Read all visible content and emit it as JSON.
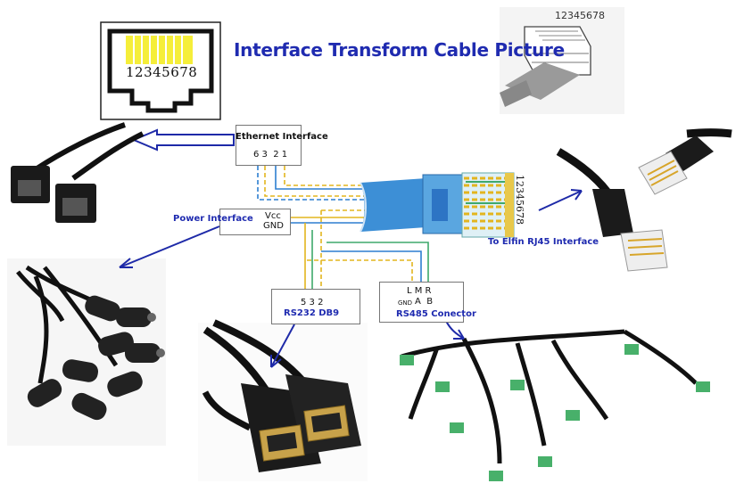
{
  "title": "Interface Transform Cable Picture",
  "jack_pin_numbers": "12345678",
  "plug_pin_numbers": "12345678",
  "rj45_side_pins": "12345678",
  "ethernet": {
    "label": "Ethernet Interface",
    "pins": "6 3  2 1"
  },
  "power": {
    "label": "Power Interface",
    "pin_vcc": "Vcc",
    "pin_gnd": "GND"
  },
  "rs232": {
    "pins": "5 3 2",
    "label": "RS232 DB9"
  },
  "rs485": {
    "pins_top": "L M R",
    "gnd_label": "GND",
    "pins_bottom": "A  B",
    "label": "RS485 Conector"
  },
  "elfin": {
    "label": "To Elfin RJ45 Interface"
  },
  "colors": {
    "label_blue": "#1f2bb0",
    "arrow_blue": "#1e2aa8",
    "cable_blue": "#3d8fd6",
    "wire_yellow": "#e3b51e",
    "wire_green": "#3ea86b",
    "wire_blue": "#2d7fd0"
  }
}
